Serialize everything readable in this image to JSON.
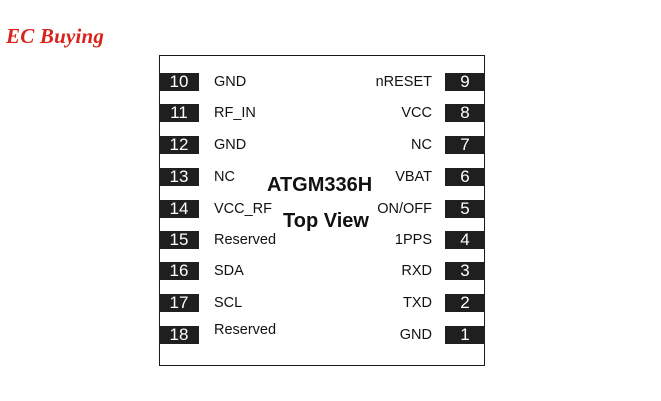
{
  "brand": {
    "text": "EC Buying",
    "color": "#d8241c"
  },
  "chip": {
    "name": "ATGM336H",
    "view": "Top View",
    "left_pins": [
      {
        "num": "10",
        "label": "GND"
      },
      {
        "num": "11",
        "label": "RF_IN"
      },
      {
        "num": "12",
        "label": "GND"
      },
      {
        "num": "13",
        "label": "NC"
      },
      {
        "num": "14",
        "label": "VCC_RF"
      },
      {
        "num": "15",
        "label": "Reserved"
      },
      {
        "num": "16",
        "label": "SDA"
      },
      {
        "num": "17",
        "label": "SCL"
      },
      {
        "num": "18",
        "label": "Reserved"
      }
    ],
    "right_pins": [
      {
        "num": "9",
        "label": "nRESET"
      },
      {
        "num": "8",
        "label": "VCC"
      },
      {
        "num": "7",
        "label": "NC"
      },
      {
        "num": "6",
        "label": "VBAT"
      },
      {
        "num": "5",
        "label": "ON/OFF"
      },
      {
        "num": "4",
        "label": "1PPS"
      },
      {
        "num": "3",
        "label": "RXD"
      },
      {
        "num": "2",
        "label": "TXD"
      },
      {
        "num": "1",
        "label": "GND"
      }
    ]
  }
}
